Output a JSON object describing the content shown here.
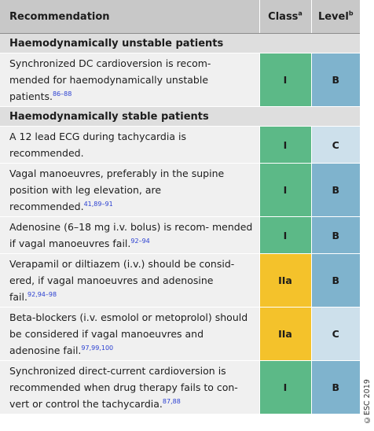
{
  "header": {
    "recommendation": "Recommendation",
    "class_label": "Class",
    "class_sup": "a",
    "level_label": "Level",
    "level_sup": "b"
  },
  "sections": [
    {
      "title": "Haemodynamically unstable patients",
      "rows": [
        {
          "text": "Synchronized DC cardioversion is recom- mended for haemodynamically unstable patients.",
          "refs": "86–88",
          "class": "I",
          "level": "B"
        }
      ]
    },
    {
      "title": "Haemodynamically stable patients",
      "rows": [
        {
          "text": "A 12 lead ECG during tachycardia is recommended.",
          "refs": "",
          "class": "I",
          "level": "C"
        },
        {
          "text": "Vagal manoeuvres, preferably in the supine position with leg elevation, are recommended.",
          "refs": "41,89–91",
          "class": "I",
          "level": "B"
        },
        {
          "text": "Adenosine (6–18 mg i.v. bolus) is recom- mended if vagal manoeuvres fail.",
          "refs": "92–94",
          "class": "I",
          "level": "B"
        },
        {
          "text": "Verapamil or diltiazem (i.v.) should be consid- ered, if vagal manoeuvres and adenosine fail.",
          "refs": "92,94–98",
          "class": "IIa",
          "level": "B"
        },
        {
          "text": "Beta-blockers (i.v. esmolol or metoprolol) should be considered if vagal manoeuvres and adenosine fail.",
          "refs": "97,99,100",
          "class": "IIa",
          "level": "C"
        },
        {
          "text": "Synchronized direct-current cardioversion is recommended when drug therapy fails to con- vert or control the tachycardia.",
          "refs": "87,88",
          "class": "I",
          "level": "B"
        }
      ]
    }
  ],
  "copyright": "©ESC 2019",
  "colors": {
    "class_I": "#5cb987",
    "class_IIa": "#f4c22b",
    "level_B": "#7fb3cd",
    "level_C": "#cde0eb",
    "header_bg": "#c8c8c8",
    "section_bg": "#dedede",
    "row_bg": "#f0f0f0",
    "ref_color": "#2a3fd1"
  }
}
